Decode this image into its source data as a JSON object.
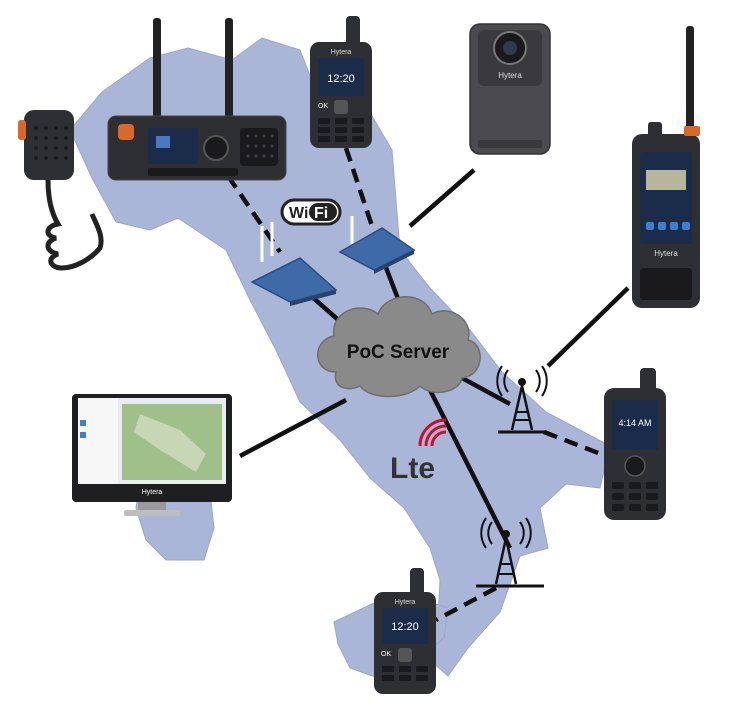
{
  "colors": {
    "map": "#aab6d8",
    "map_stroke": "#9aa7cc",
    "cloud": "#8a8a8a",
    "device": "#2e2f33",
    "screen": "#1b2c4a",
    "router": "#3f6aa8",
    "link": "#111111",
    "lte_red": "#c8102e"
  },
  "icons": [
    "speaker-microphone-icon",
    "mobile-radio-icon",
    "handheld-poc-radio-icon",
    "body-camera-icon",
    "rugged-smart-radio-icon",
    "keypad-radio-icon",
    "dispatch-monitor-icon",
    "wifi-router-icon",
    "cell-tower-icon"
  ],
  "labels": {
    "wifi_left": "Wi",
    "wifi_right": "Fi",
    "server": "PoC Server",
    "lte": "Lte",
    "brand": "Hytera",
    "radio_time_1": "12:20",
    "radio_time_2": "12:20",
    "radio_time_3": "4:14 AM",
    "softkey_left": "OK",
    "monitor_brand": "Hytera"
  }
}
